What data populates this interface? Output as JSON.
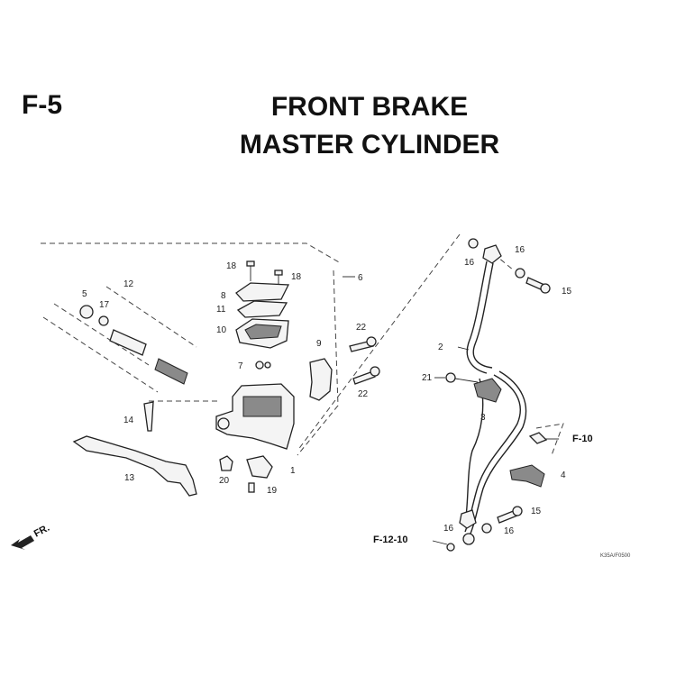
{
  "header": {
    "section": "F-5",
    "title_line1": "FRONT BRAKE",
    "title_line2": "MASTER CYLINDER"
  },
  "callouts": {
    "c1": "1",
    "c2": "2",
    "c3": "3",
    "c4": "4",
    "c5": "5",
    "c6": "6",
    "c7": "7",
    "c8": "8",
    "c9": "9",
    "c10": "10",
    "c11": "11",
    "c12": "12",
    "c13": "13",
    "c14": "14",
    "c15a": "15",
    "c15b": "15",
    "c16a": "16",
    "c16b": "16",
    "c16c": "16",
    "c16d": "16",
    "c17": "17",
    "c18a": "18",
    "c18b": "18",
    "c19": "19",
    "c20": "20",
    "c21": "21",
    "c22a": "22",
    "c22b": "22"
  },
  "refs": {
    "f10": "F-10",
    "f1210": "F-12-10"
  },
  "direction": "FR.",
  "diagram_code": "K35A/F0500"
}
